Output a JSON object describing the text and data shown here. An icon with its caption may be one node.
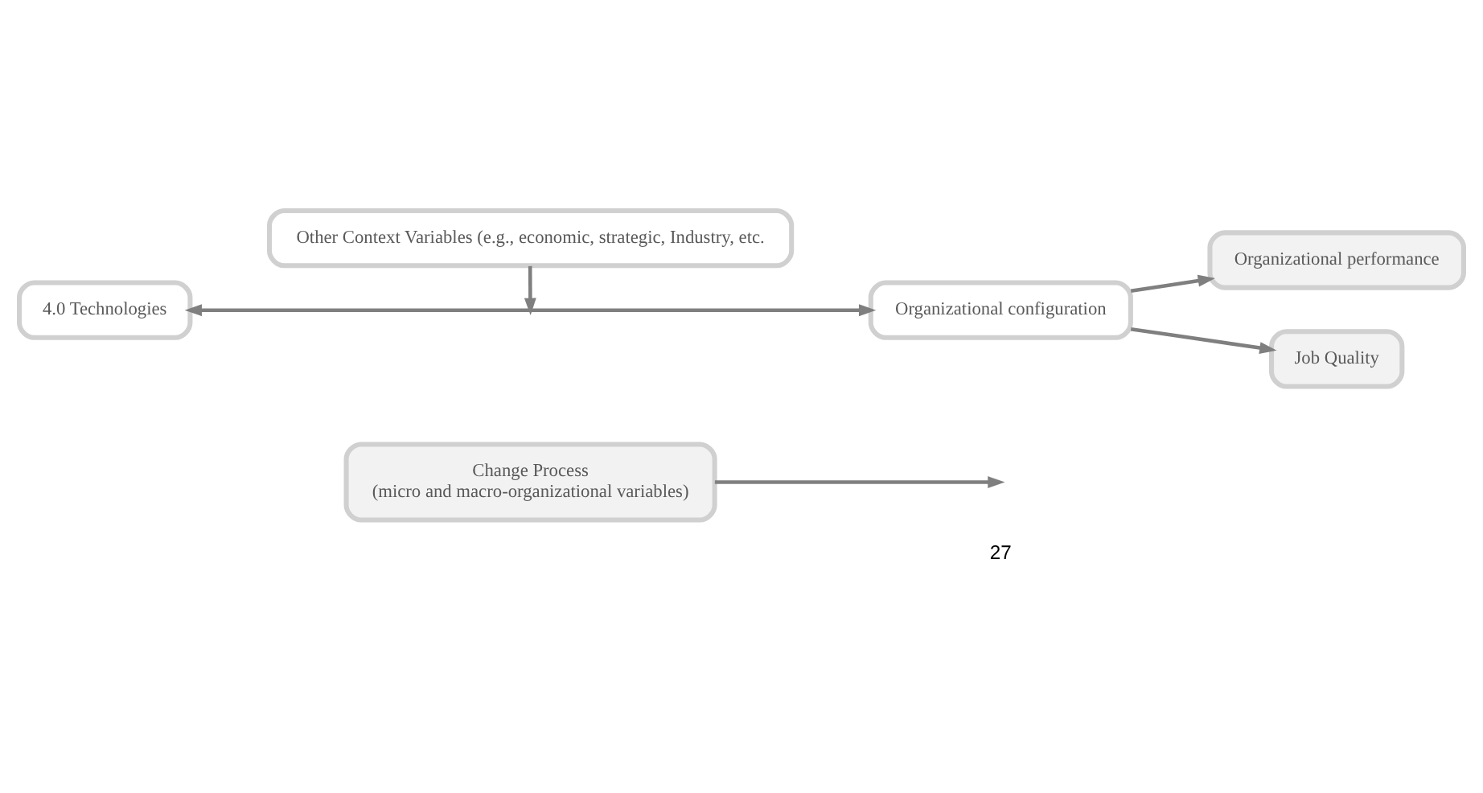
{
  "diagram": {
    "nodes": [
      {
        "text": [
          "Other Context Variables (e.g., economic, strategic, Industry, etc."
        ]
      },
      {
        "text": [
          "4.0 Technologies"
        ]
      },
      {
        "text": [
          "Organizational configuration"
        ]
      },
      {
        "text": [
          "Organizational performance"
        ]
      },
      {
        "text": [
          "Change Process",
          "(micro and macro-organizational variables)"
        ]
      },
      {
        "text": [
          "Job Quality"
        ]
      }
    ],
    "edges": [
      {
        "from": 1,
        "to": 2,
        "arrow": "both"
      },
      {
        "from": 0,
        "to": null,
        "arrow": "to"
      },
      {
        "from": 4,
        "to": null,
        "arrow": "to"
      },
      {
        "from": 2,
        "to": 3,
        "arrow": "to"
      },
      {
        "from": 2,
        "to": 5,
        "arrow": "to"
      }
    ],
    "labels": [
      "27"
    ]
  }
}
